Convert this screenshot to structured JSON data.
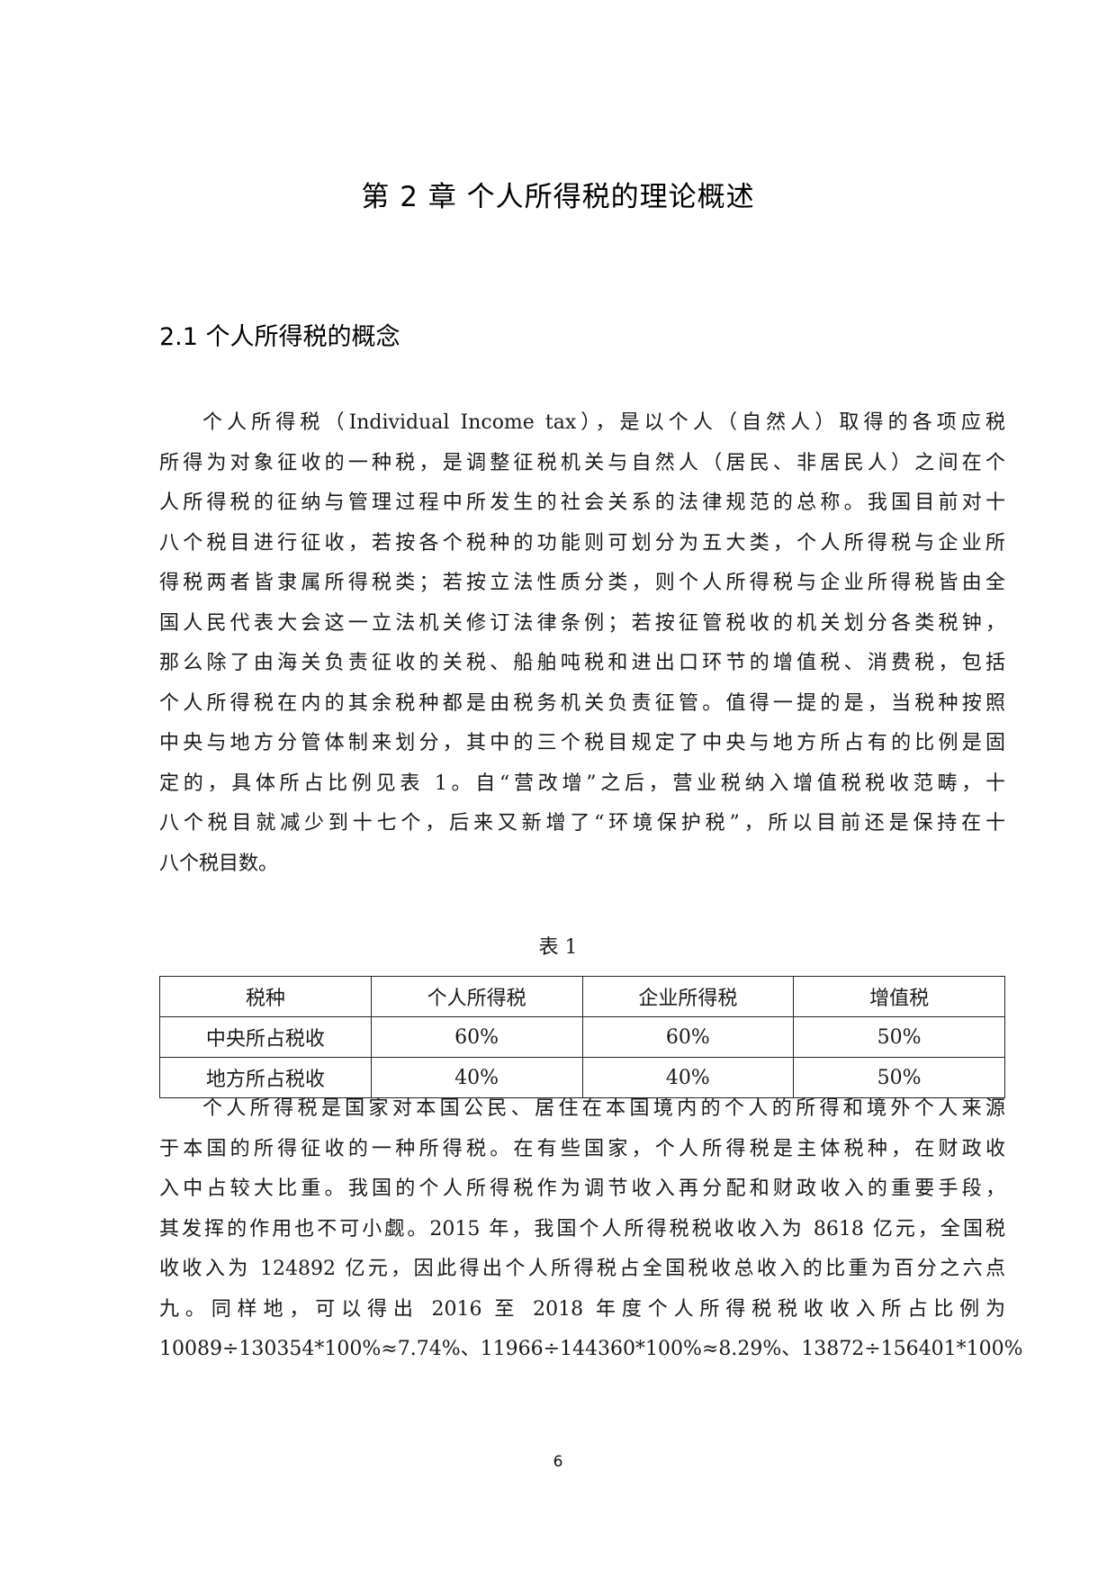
{
  "document": {
    "chapter_title": "第 2 章  个人所得税的理论概述",
    "section_title": "2.1 个人所得税的概念",
    "paragraph_1_lines": [
      "个人所得税（Individual Income tax），是以个人（自然人）取得的各项应税",
      "所得为对象征收的一种税，是调整征税机关与自然人（居民、非居民人）之间在个",
      "人所得税的征纳与管理过程中所发生的社会关系的法律规范的总称。我国目前对十",
      "八个税目进行征收，若按各个税种的功能则可划分为五大类，个人所得税与企业所",
      "得税两者皆隶属所得税类；若按立法性质分类，则个人所得税与企业所得税皆由全",
      "国人民代表大会这一立法机关修订法律条例；若按征管税收的机关划分各类税钟，",
      "那么除了由海关负责征收的关税、船舶吨税和进出口环节的增值税、消费税，包括",
      "个人所得税在内的其余税种都是由税务机关负责征管。值得一提的是，当税种按照",
      "中央与地方分管体制来划分，其中的三个税目规定了中央与地方所占有的比例是固",
      "定的，具体所占比例见表 1。自“营改增”之后，营业税纳入增值税税收范畴，十",
      "八个税目就减少到十七个，后来又新增了“环境保护税”，所以目前还是保持在十",
      "八个税目数。"
    ],
    "table_caption": "表 1",
    "table": {
      "headers": [
        "税种",
        "个人所得税",
        "企业所得税",
        "增值税"
      ],
      "rows": [
        [
          "中央所占税收",
          "60%",
          "60%",
          "50%"
        ],
        [
          "地方所占税收",
          "40%",
          "40%",
          "50%"
        ]
      ]
    },
    "paragraph_2_lines": [
      "个人所得税是国家对本国公民、居住在本国境内的个人的所得和境外个人来源",
      "于本国的所得征收的一种所得税。在有些国家，个人所得税是主体税种，在财政收",
      "入中占较大比重。我国的个人所得税作为调节收入再分配和财政收入的重要手段，",
      "其发挥的作用也不可小觑。2015 年，我国个人所得税税收收入为 8618 亿元，全国税",
      "收收入为 124892 亿元，因此得出个人所得税占全国税收总收入的比重为百分之六点",
      "九。同样地，可以得出 2016 至 2018 年度个人所得税税收收入所占比例为",
      "10089÷130354*100%≈7.74%、11966÷144360*100%≈8.29%、13872÷156401*100%"
    ],
    "page_number": "6"
  }
}
